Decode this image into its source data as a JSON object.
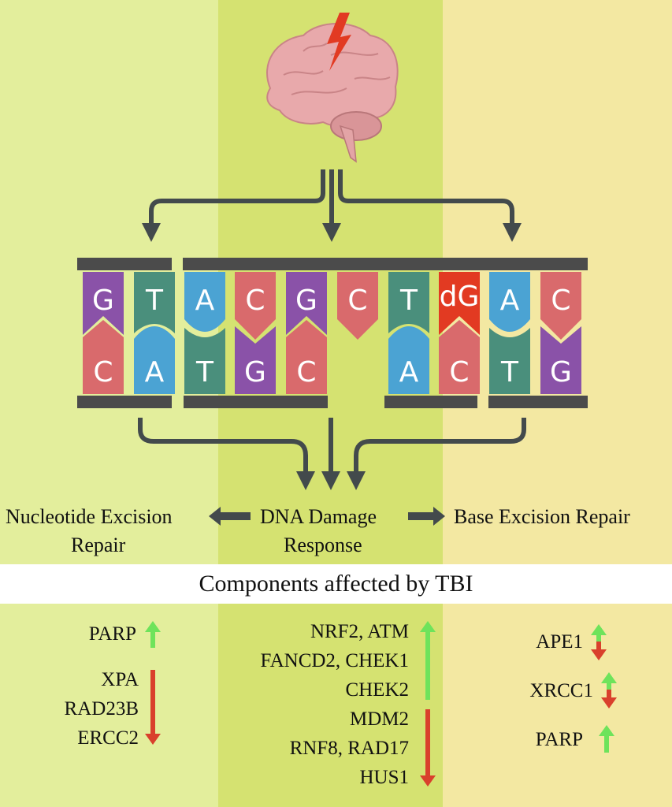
{
  "diagram": {
    "top_icon": "brain-with-lightning-icon",
    "strand_top": [
      "G",
      "T",
      "A",
      "C",
      "G",
      "C",
      "T",
      "dG",
      "A",
      "C"
    ],
    "strand_bottom": [
      "C",
      "A",
      "T",
      "G",
      "C",
      "",
      "A",
      "C",
      "T",
      "G"
    ],
    "colors": {
      "A": "#4ba3d3",
      "T": "#4a8f7c",
      "G": "#8a52a8",
      "C": "#d96a6c",
      "dG": "#e23a22",
      "backbone": "#4b4b4b",
      "arrow": "#434a4c",
      "up": "#6ee35b",
      "down": "#d9402c",
      "bg_left": "#e3ee9c",
      "bg_mid": "#d5e271",
      "bg_right": "#f3e8a2"
    },
    "pathways": {
      "left_line1": "Nucleotide Excision",
      "left_line2": "Repair",
      "mid_line1": "DNA Damage",
      "mid_line2": "Response",
      "right": "Base Excision Repair"
    },
    "section_title": "Components affected by TBI",
    "components": {
      "left": [
        {
          "label": "PARP",
          "direction": "up"
        },
        {
          "label": "XPA",
          "direction": "down"
        },
        {
          "label": "RAD23B",
          "direction": "down"
        },
        {
          "label": "ERCC2",
          "direction": "down"
        }
      ],
      "middle": [
        {
          "label": "NRF2, ATM",
          "direction": "up"
        },
        {
          "label": "FANCD2, CHEK1",
          "direction": "up"
        },
        {
          "label": "CHEK2",
          "direction": "up"
        },
        {
          "label": "MDM2",
          "direction": "down"
        },
        {
          "label": "RNF8, RAD17",
          "direction": "down"
        },
        {
          "label": "HUS1",
          "direction": "down"
        }
      ],
      "right": [
        {
          "label": "APE1",
          "direction": "up-down"
        },
        {
          "label": "XRCC1",
          "direction": "up-down"
        },
        {
          "label": "PARP",
          "direction": "up"
        }
      ]
    }
  }
}
